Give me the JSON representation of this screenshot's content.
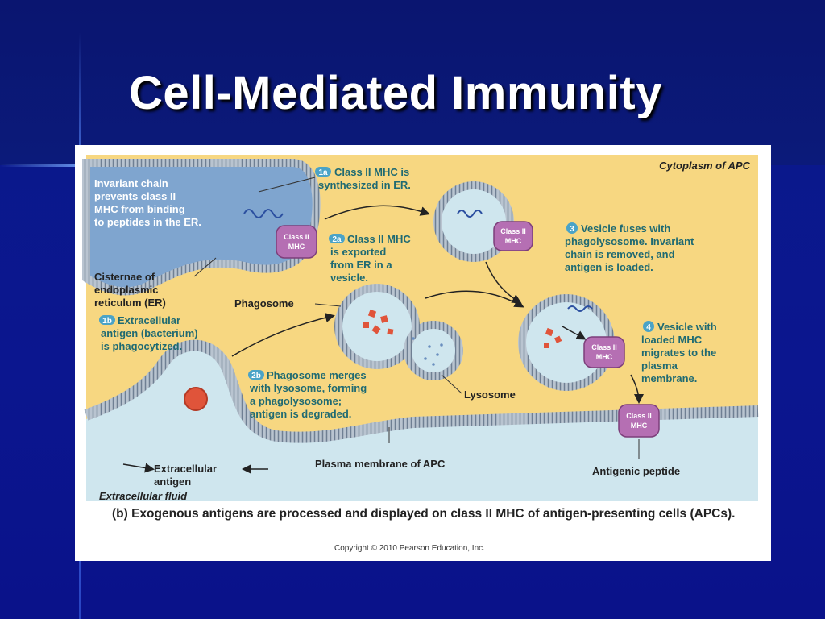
{
  "slide": {
    "title": "Cell-Mediated Immunity"
  },
  "figure": {
    "cytoplasm_label": "Cytoplasm of APC",
    "invariant_chain": [
      "Invariant chain",
      "prevents class II",
      "MHC from binding",
      "to peptides in the ER."
    ],
    "step_1a": {
      "badge": "1a",
      "lines": [
        "Class II MHC is",
        "synthesized in ER."
      ]
    },
    "step_2a": {
      "badge": "2a",
      "lines": [
        "Class II MHC",
        "is exported",
        "from ER in a",
        "vesicle."
      ]
    },
    "step_3": {
      "badge": "3",
      "lines": [
        "Vesicle fuses with",
        "phagolysosome. Invariant",
        "chain is removed, and",
        "antigen is loaded."
      ]
    },
    "step_1b": {
      "badge": "1b",
      "lines": [
        "Extracellular",
        "antigen (bacterium)",
        "is phagocytized."
      ]
    },
    "step_2b": {
      "badge": "2b",
      "lines": [
        "Phagosome merges",
        "with lysosome, forming",
        "a phagolysosome;",
        "antigen is degraded."
      ]
    },
    "step_4": {
      "badge": "4",
      "lines": [
        "Vesicle with",
        "loaded MHC",
        "migrates to the",
        "plasma",
        "membrane."
      ]
    },
    "cisternae": [
      "Cisternae of",
      "endoplasmic",
      "reticulum (ER)"
    ],
    "phagosome": "Phagosome",
    "lysosome": "Lysosome",
    "plasma_membrane": "Plasma membrane of APC",
    "extracellular_antigen": [
      "Extracellular",
      "antigen"
    ],
    "extracellular_fluid": "Extracellular fluid",
    "antigenic_peptide": "Antigenic peptide",
    "mhc_label": [
      "Class II",
      "MHC"
    ],
    "caption": "(b) Exogenous antigens are processed and displayed on class II MHC of antigen-presenting cells (APCs).",
    "copyright": "Copyright © 2010 Pearson Education, Inc."
  },
  "colors": {
    "cytoplasm": "#f7d781",
    "er_lumen": "#7fa5cf",
    "fluid": "#cfe6ee",
    "membrane": "#9aa8b8",
    "mhc": "#b56fb3",
    "antigen": "#e0543a",
    "label_teal": "#1f6a72"
  }
}
